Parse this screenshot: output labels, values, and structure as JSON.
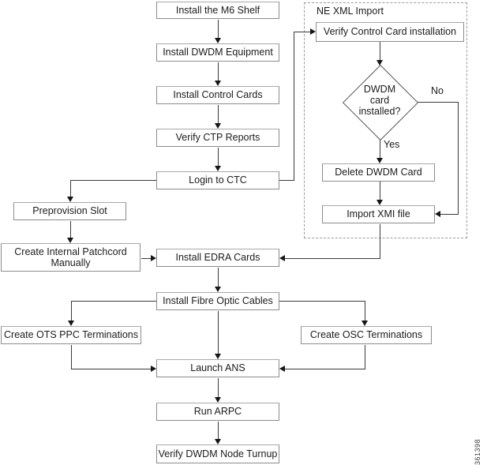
{
  "figure": {
    "number": "361398"
  },
  "colors": {
    "background": "#ffffff",
    "box_border": "#8c8c8c",
    "connector": "#3a3a3a",
    "dashed_border": "#9b9b9b",
    "text": "#1c1c1c"
  },
  "region": {
    "title": "NE XML Import"
  },
  "edge_labels": {
    "no": "No",
    "yes": "Yes"
  },
  "nodes": {
    "install_m6_shelf": {
      "label": "Install the M6 Shelf"
    },
    "install_dwdm_equipment": {
      "label": "Install DWDM Equipment"
    },
    "install_control_cards": {
      "label": "Install Control Cards"
    },
    "verify_ctp_reports": {
      "label": "Verify CTP Reports"
    },
    "login_to_ctc": {
      "label": "Login to CTC"
    },
    "verify_control_card_installation": {
      "label": "Verify Control Card installation"
    },
    "dwdm_card_installed": {
      "label": "DWDM card installed?"
    },
    "delete_dwdm_card": {
      "label": "Delete DWDM Card"
    },
    "import_xmi_file": {
      "label": "Import XMI file"
    },
    "preprovision_slot": {
      "label": "Preprovision Slot"
    },
    "create_internal_patchcord_manually": {
      "label": "Create Internal Patchcord Manually"
    },
    "install_edra_cards": {
      "label": "Install EDRA Cards"
    },
    "install_fibre_optic_cables": {
      "label": "Install Fibre Optic Cables"
    },
    "create_ots_ppc_terminations": {
      "label": "Create OTS PPC Terminations"
    },
    "create_osc_terminations": {
      "label": "Create OSC Terminations"
    },
    "launch_ans": {
      "label": "Launch ANS"
    },
    "run_arpc": {
      "label": "Run ARPC"
    },
    "verify_dwdm_node_turnup": {
      "label": "Verify DWDM Node Turnup"
    }
  }
}
